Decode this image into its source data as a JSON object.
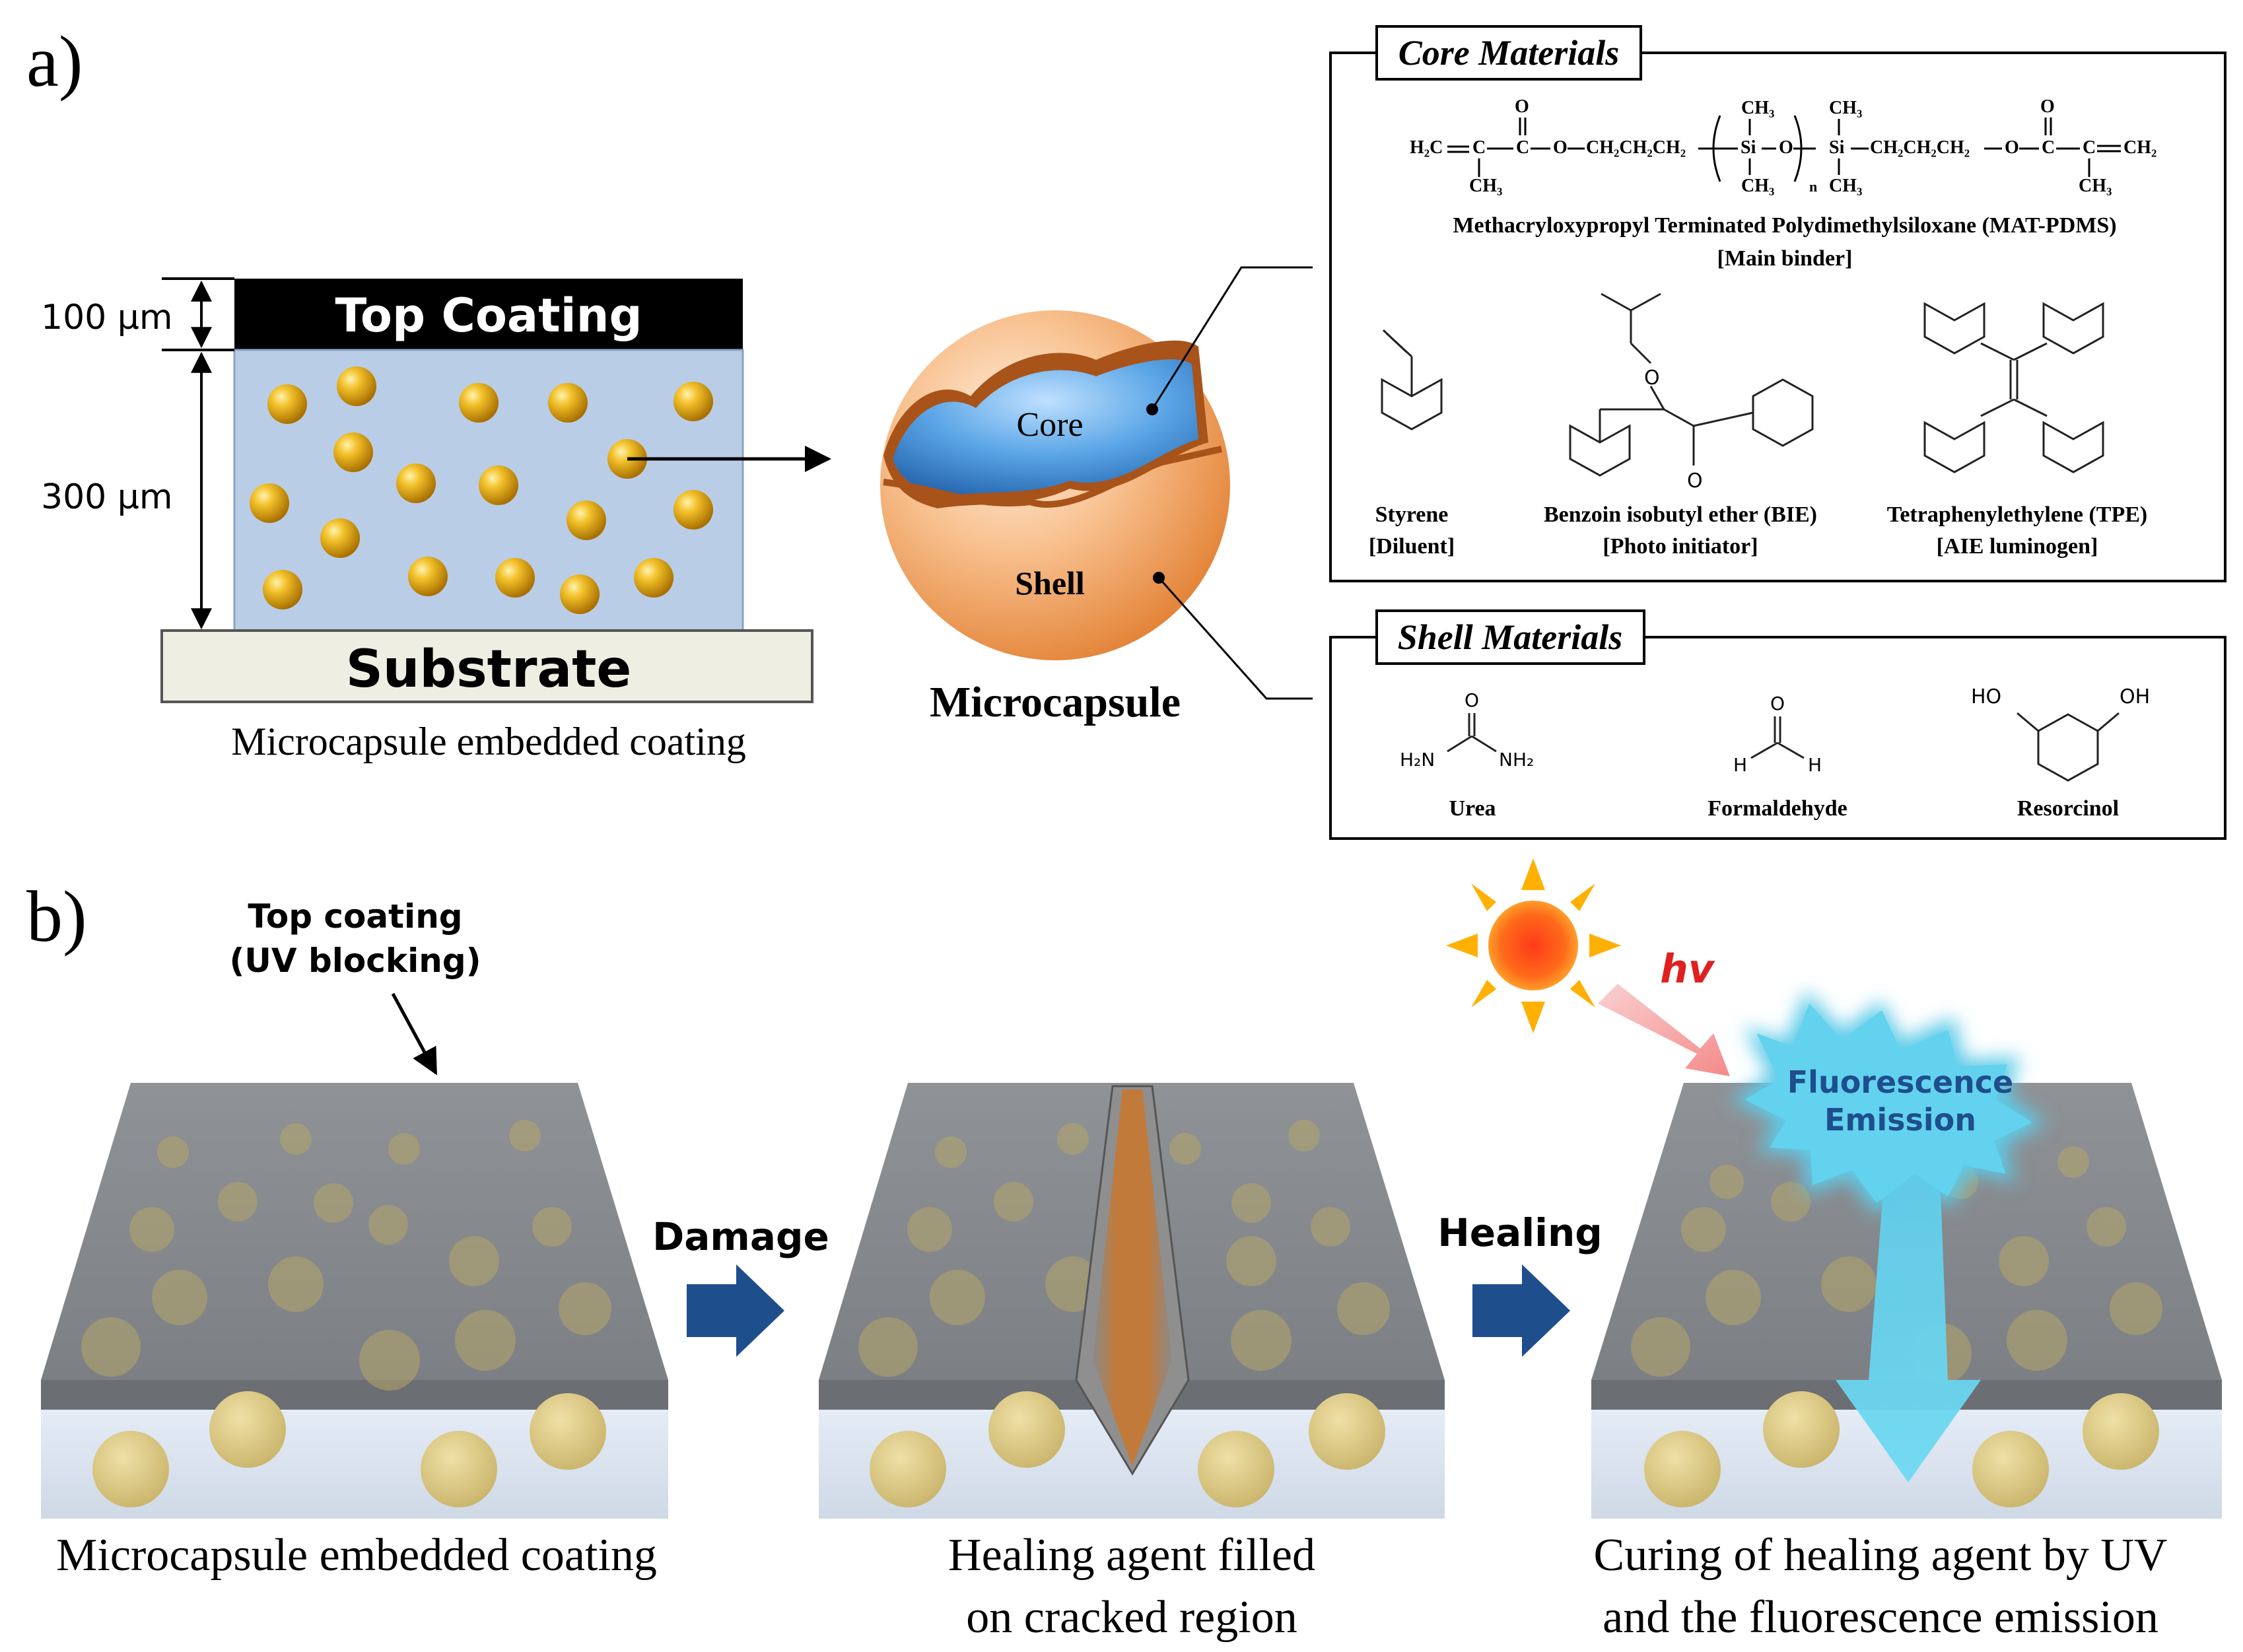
{
  "panel_a": {
    "label": "a)",
    "coating": {
      "top_coating": "Top Coating",
      "substrate": "Substrate",
      "dim_top": "100 μm",
      "dim_mid": "300 μm",
      "caption": "Microcapsule  embedded  coating"
    },
    "microcapsule": {
      "core": "Core",
      "shell": "Shell",
      "title": "Microcapsule"
    },
    "core_materials": {
      "heading": "Core Materials",
      "formula": {
        "h2c": "H₂C",
        "c": "C",
        "o": "O",
        "ch3": "CH₃",
        "ch2ch2ch2": "CH₂CH₂CH₂",
        "si": "Si",
        "n": "n",
        "ch2": "CH₂"
      },
      "mat_pdms_name": "Methacryloxypropyl Terminated Polydimethylsiloxane (MAT-PDMS)",
      "mat_pdms_role": "[Main binder]",
      "styrene_name": "Styrene",
      "styrene_role": "[Diluent]",
      "bie_name": "Benzoin isobutyl ether  (BIE)",
      "bie_role": "[Photo initiator]",
      "bie_o1": "O",
      "bie_o2": "O",
      "tpe_name": "Tetraphenylethylene (TPE)",
      "tpe_role": "[AIE luminogen]"
    },
    "shell_materials": {
      "heading": "Shell Materials",
      "urea_name": "Urea",
      "urea_o": "O",
      "urea_h2n": "H₂N",
      "urea_nh2": "NH₂",
      "formaldehyde_name": "Formaldehyde",
      "form_o": "O",
      "form_h": "H",
      "resorcinol_name": "Resorcinol",
      "res_ho": "HO",
      "res_oh": "OH"
    }
  },
  "panel_b": {
    "label": "b)",
    "top_coating_label_1": "Top coating",
    "top_coating_label_2": "(UV blocking)",
    "damage": "Damage",
    "healing": "Healing",
    "hv": "hv",
    "fluorescence_1": "Fluorescence",
    "fluorescence_2": "Emission",
    "caption_1": "Microcapsule  embedded  coating",
    "caption_2a": "Healing agent filled",
    "caption_2b": "on cracked region",
    "caption_3a": "Curing of  healing agent by UV",
    "caption_3b": "and the fluorescence emission"
  },
  "colors": {
    "sphere_gold": "#e0a812",
    "core_blue": "#3e8fd4",
    "shell_orange": "#f09a50",
    "arrow_navy": "#1f4e8c",
    "fluorescence": "#5ecbe8",
    "hv_red": "#e02020"
  }
}
